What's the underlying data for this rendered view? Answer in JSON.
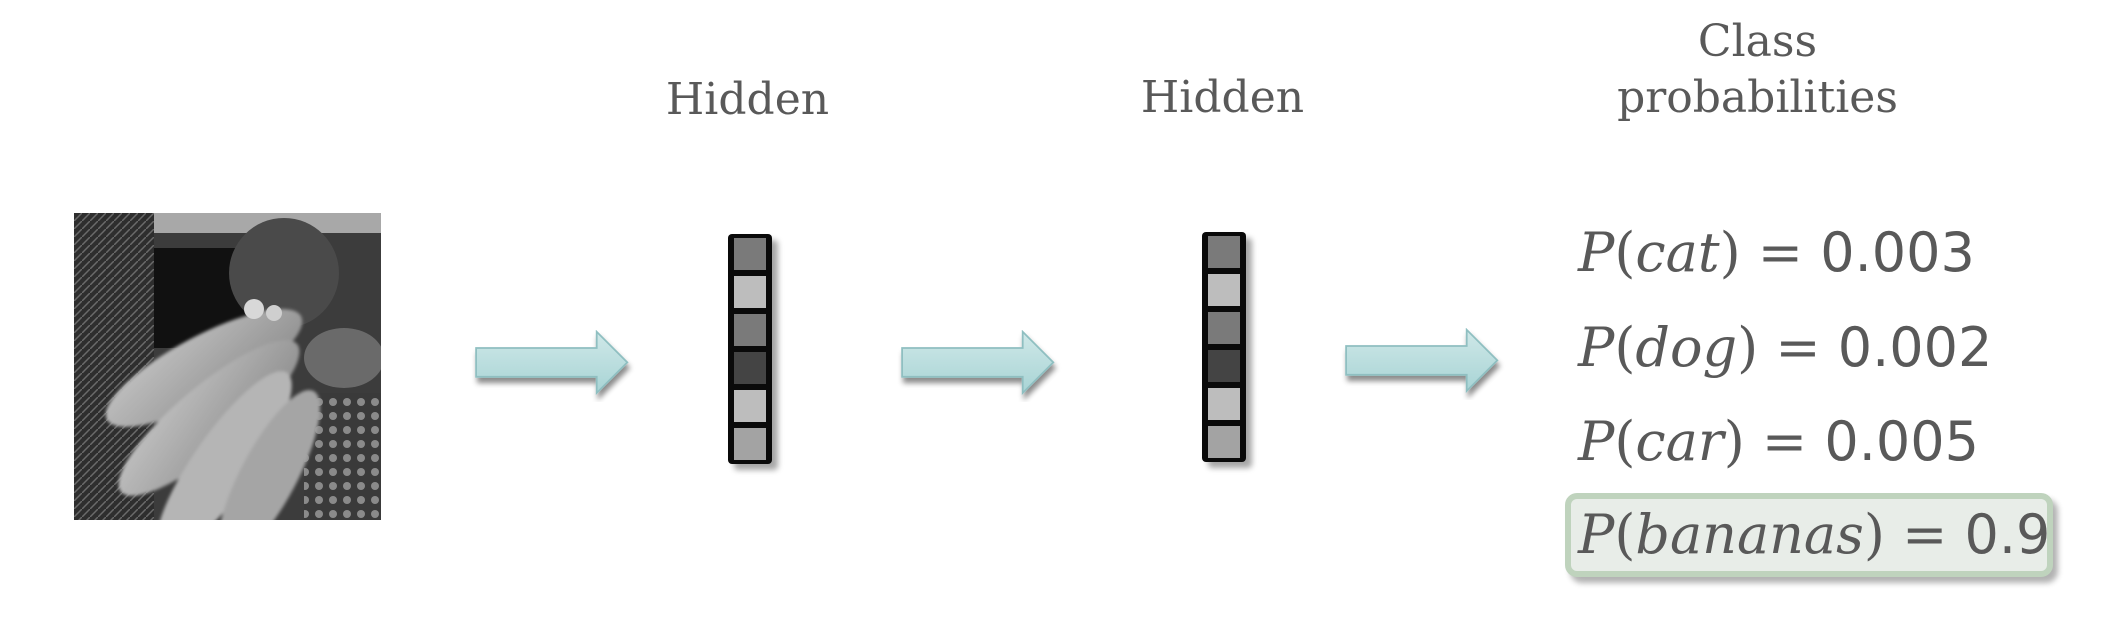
{
  "headers": {
    "hidden1": "Hidden",
    "hidden2": "Hidden",
    "output_line1": "Class",
    "output_line2": "probabilities"
  },
  "input_image": {
    "description": "grayscale photo of bananas with fruit in background"
  },
  "hidden_layers": [
    {
      "cells": [
        "#7a7a7a",
        "#bdbdbd",
        "#7a7a7a",
        "#444444",
        "#bdbdbd",
        "#a3a3a3"
      ]
    },
    {
      "cells": [
        "#7a7a7a",
        "#bdbdbd",
        "#7a7a7a",
        "#444444",
        "#bdbdbd",
        "#a3a3a3"
      ]
    }
  ],
  "arrows": {
    "fill": "#b3dcdd",
    "stroke": "#8fbfc1"
  },
  "probabilities": [
    {
      "fn": "P",
      "label": "cat",
      "eq": "=",
      "value": "0.003",
      "highlighted": false
    },
    {
      "fn": "P",
      "label": "dog",
      "eq": "=",
      "value": "0.002",
      "highlighted": false
    },
    {
      "fn": "P",
      "label": "car",
      "eq": "=",
      "value": "0.005",
      "highlighted": false
    },
    {
      "fn": "P",
      "label": "bananas",
      "eq": "=",
      "value": "0.9",
      "highlighted": true
    }
  ],
  "colors": {
    "text": "#595959",
    "highlight_fill": "#e8ede8",
    "highlight_border": "#bfd3bd"
  }
}
